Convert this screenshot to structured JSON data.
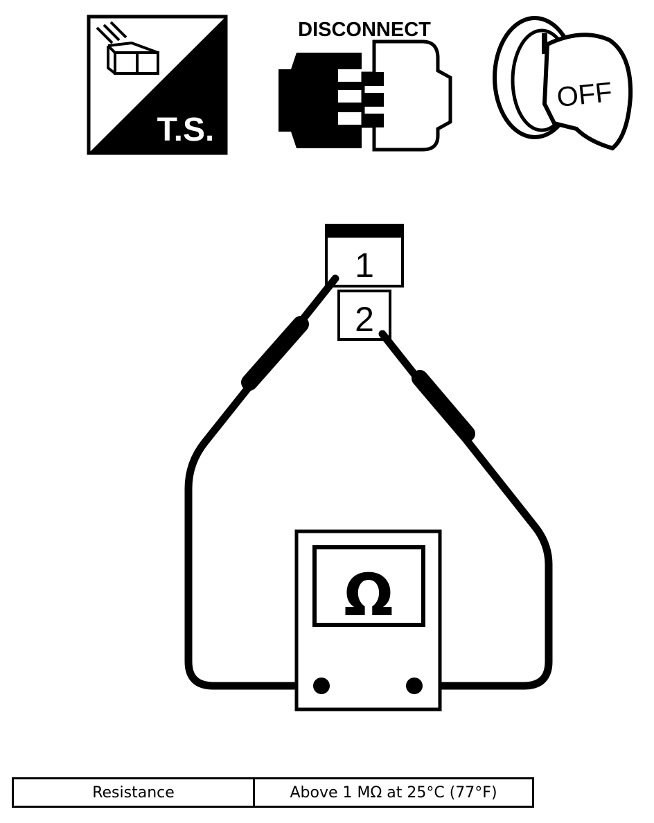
{
  "icons": {
    "ts_label": "T.S.",
    "disconnect_label": "DISCONNECT",
    "off_label": "OFF"
  },
  "connector": {
    "pin_1": "1",
    "pin_2": "2"
  },
  "meter": {
    "symbol": "Ω"
  },
  "spec": {
    "parameter": "Resistance",
    "value": "Above 1 MΩ at 25°C (77°F)"
  },
  "colors": {
    "ink": "#000000",
    "paper": "#ffffff"
  }
}
